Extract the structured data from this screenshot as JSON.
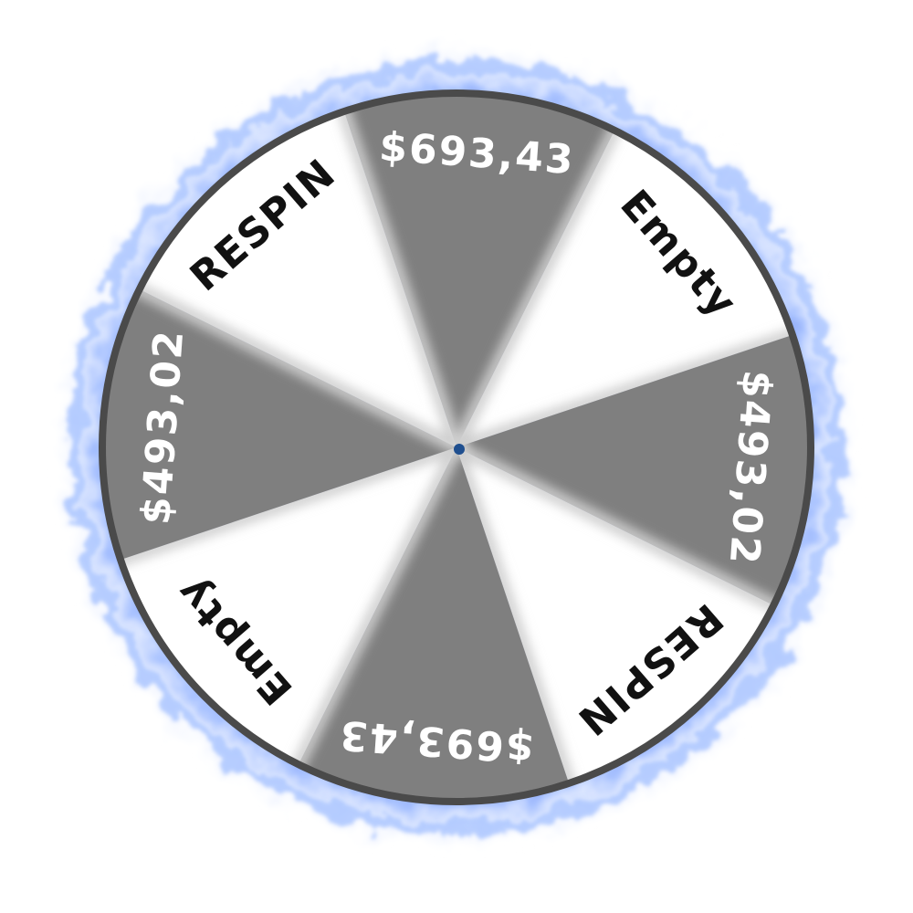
{
  "wheel": {
    "segments": [
      {
        "label": "$693,43",
        "fill": "#7f7f7f",
        "text_color": "#ffffff"
      },
      {
        "label": "Empty",
        "fill": "#ffffff",
        "text_color": "#111111"
      },
      {
        "label": "$493,02",
        "fill": "#7f7f7f",
        "text_color": "#ffffff"
      },
      {
        "label": "RESPIN",
        "fill": "#ffffff",
        "text_color": "#111111"
      },
      {
        "label": "$693,43",
        "fill": "#7f7f7f",
        "text_color": "#ffffff"
      },
      {
        "label": "Empty",
        "fill": "#ffffff",
        "text_color": "#111111"
      },
      {
        "label": "$493,02",
        "fill": "#7f7f7f",
        "text_color": "#ffffff"
      },
      {
        "label": "RESPIN",
        "fill": "#ffffff",
        "text_color": "#111111"
      }
    ],
    "colors": {
      "rim": "#4a4a4a",
      "glow": "#5a7cf0",
      "glow_light": "#a9c4ff",
      "hub": "#1f4f8f"
    }
  }
}
